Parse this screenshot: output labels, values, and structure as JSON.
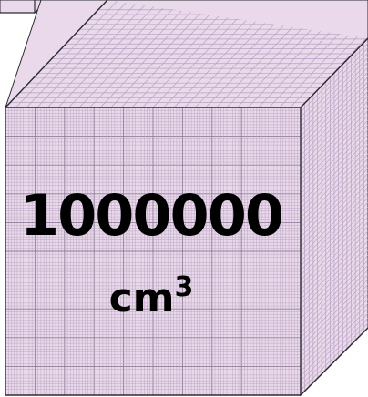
{
  "cube": {
    "value": "1000000",
    "unit": "cm",
    "exponent": "3"
  },
  "colors": {
    "face": "#e9d9ea",
    "fine_grid": "#b7a1c1",
    "major_grid": "#8f7d9b",
    "edge": "#2d2a34"
  }
}
